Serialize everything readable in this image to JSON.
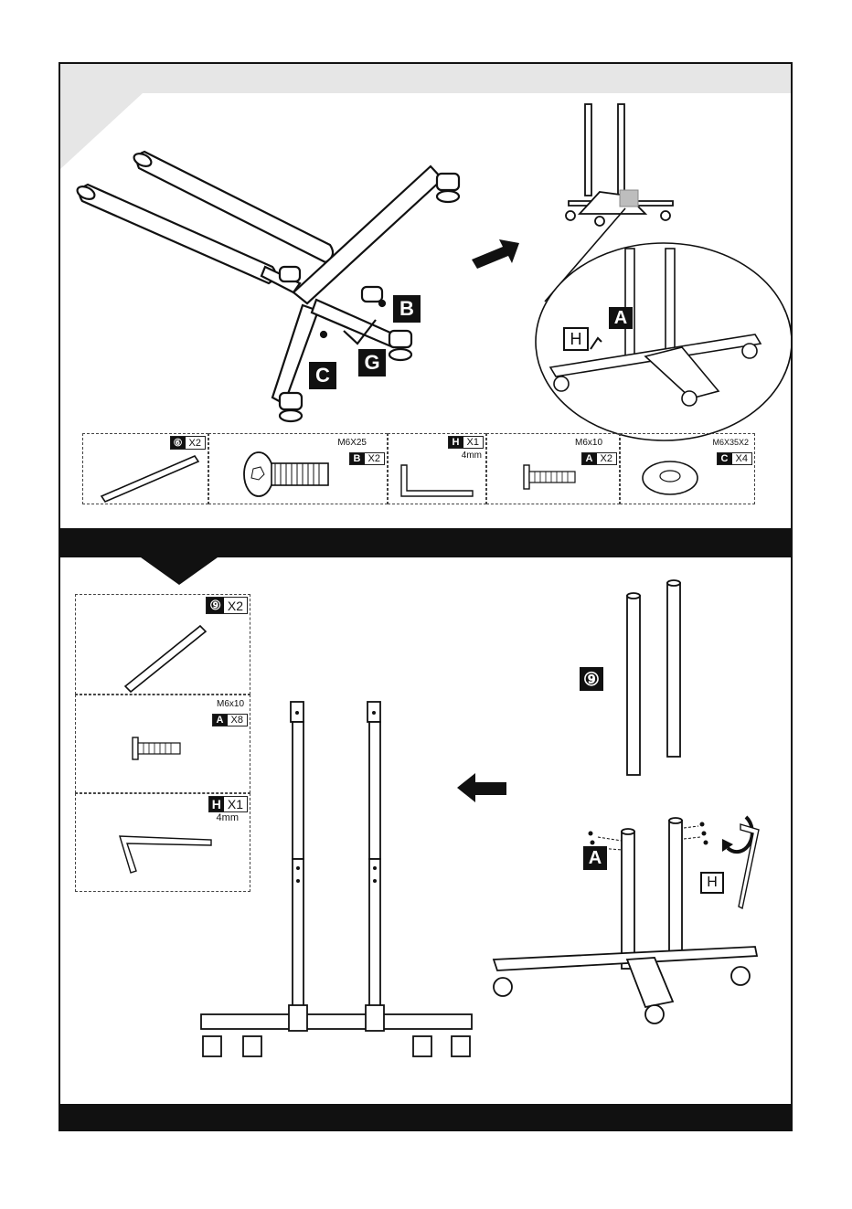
{
  "step1": {
    "labels": {
      "b": "B",
      "c": "C",
      "g": "G",
      "a": "A",
      "h": "H"
    },
    "parts": [
      {
        "key": "⑥",
        "qty": "X2",
        "spec": ""
      },
      {
        "key": "B",
        "qty": "X2",
        "spec": "M6X25"
      },
      {
        "key": "H",
        "qty": "X1",
        "spec": "4mm"
      },
      {
        "key": "A",
        "qty": "X2",
        "spec": "M6x10"
      },
      {
        "key": "C",
        "qty": "X4",
        "spec": "M6X35X2"
      }
    ]
  },
  "step2": {
    "labels": {
      "nine": "⑨",
      "a": "A",
      "h": "H"
    },
    "parts": [
      {
        "key": "⑨",
        "qty": "X2",
        "spec": ""
      },
      {
        "key": "A",
        "qty": "X8",
        "spec": "M6x10"
      },
      {
        "key": "H",
        "qty": "X1",
        "spec": "4mm"
      }
    ]
  },
  "colors": {
    "ink": "#111111",
    "band": "#111111",
    "corner": "#e6e6e6"
  },
  "icons": [
    "arrow-right-icon",
    "arrow-left-icon",
    "rotate-icon",
    "hex-key-icon"
  ]
}
